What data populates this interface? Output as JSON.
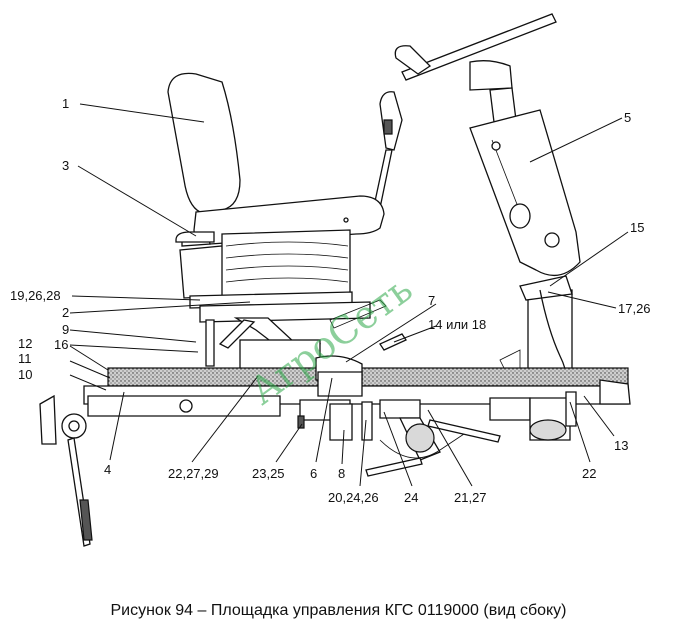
{
  "caption": "Рисунок 94 – Площадка управления КГС 0119000 (вид сбоку)",
  "watermark": "АгроСеть",
  "callouts": [
    {
      "id": "c1",
      "text": "1"
    },
    {
      "id": "c3",
      "text": "3"
    },
    {
      "id": "c5",
      "text": "5"
    },
    {
      "id": "c15",
      "text": "15"
    },
    {
      "id": "c17",
      "text": "17,26"
    },
    {
      "id": "c19",
      "text": "19,26,28"
    },
    {
      "id": "c2",
      "text": "2"
    },
    {
      "id": "c7",
      "text": "7"
    },
    {
      "id": "c14",
      "text": "14 или 18"
    },
    {
      "id": "c9",
      "text": "9"
    },
    {
      "id": "c12",
      "text": "12"
    },
    {
      "id": "c16",
      "text": "16"
    },
    {
      "id": "c11",
      "text": "11"
    },
    {
      "id": "c10",
      "text": "10"
    },
    {
      "id": "c4",
      "text": "4"
    },
    {
      "id": "c22a",
      "text": "22,27,29"
    },
    {
      "id": "c23",
      "text": "23,25"
    },
    {
      "id": "c6",
      "text": "6"
    },
    {
      "id": "c8",
      "text": "8"
    },
    {
      "id": "c20",
      "text": "20,24,26"
    },
    {
      "id": "c24",
      "text": "24"
    },
    {
      "id": "c21",
      "text": "21,27"
    },
    {
      "id": "c22b",
      "text": "22"
    },
    {
      "id": "c13",
      "text": "13"
    }
  ]
}
